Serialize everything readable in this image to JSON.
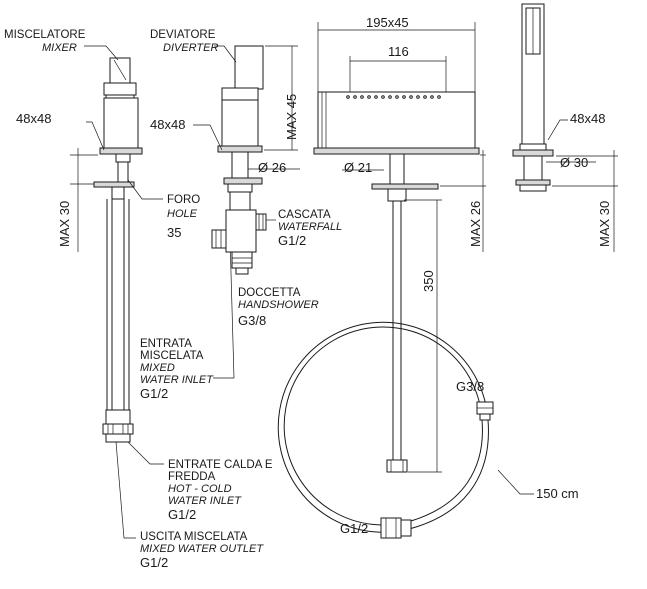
{
  "mixer": {
    "it": "MISCELATORE",
    "en": "MIXER",
    "size": "48x48",
    "max_height": "MAX 30"
  },
  "hole": {
    "it": "FORO",
    "en": "HOLE",
    "value": "35"
  },
  "diverter": {
    "it": "DEVIATORE",
    "en": "DIVERTER",
    "size": "48x48",
    "max_height": "MAX 45",
    "diameter": "Ø 26"
  },
  "waterfall": {
    "it": "CASCATA",
    "en": "WATERFALL",
    "thread": "G1/2"
  },
  "handshower_out": {
    "it": "DOCCETTA",
    "en": "HANDSHOWER",
    "thread": "G3/8"
  },
  "mixed_inlet": {
    "it_line1": "ENTRATA",
    "it_line2": "MISCELATA",
    "en_line1": "MIXED",
    "en_line2": "WATER INLET",
    "thread": "G1/2"
  },
  "hot_cold_inlet": {
    "it_line1": "ENTRATE CALDA E",
    "it_line2": "FREDDA",
    "en_line1": "HOT - COLD",
    "en_line2": "WATER INLET",
    "thread": "G1/2"
  },
  "mixed_outlet": {
    "it": "USCITA MISCELATA",
    "en": "MIXED WATER OUTLET",
    "thread": "G1/2"
  },
  "spout": {
    "width": "195x45",
    "outlet_width": "116",
    "diameter": "Ø 21",
    "max_height": "MAX 26",
    "hose_length": "350"
  },
  "hose": {
    "thread_top": "G3/8",
    "thread_bottom": "G1/2",
    "length": "150 cm"
  },
  "handshower": {
    "size": "48x48",
    "diameter": "Ø 30",
    "max_height": "MAX 30"
  }
}
